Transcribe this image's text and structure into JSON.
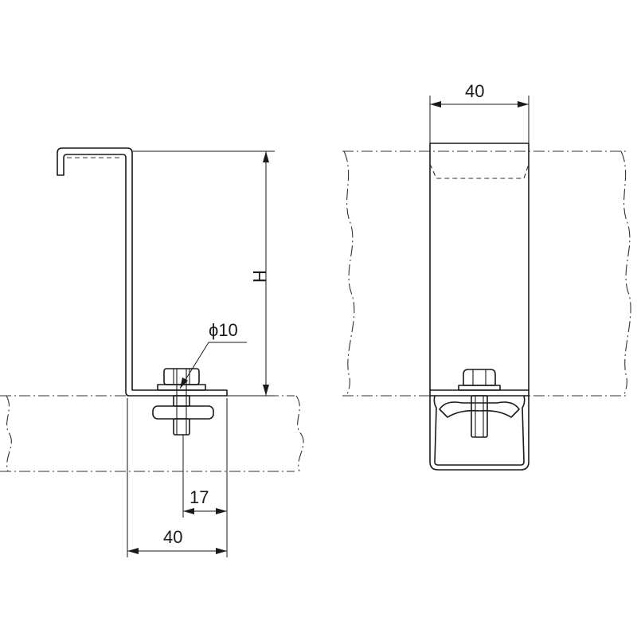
{
  "dimensions": {
    "top_width": "40",
    "height": "H",
    "bolt_diameter": "ϕ10",
    "bolt_offset": "17",
    "base_width": "40"
  }
}
